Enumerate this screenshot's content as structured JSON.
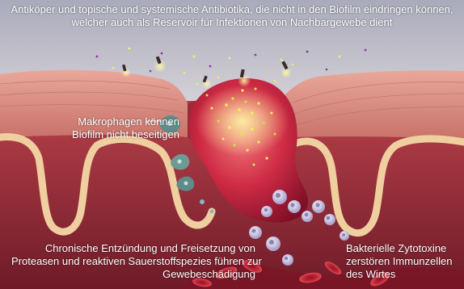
{
  "captions": {
    "top": {
      "line1": "Antiköper und topische und systemische Antibiotika, die nicht in den Biofilm eindringen können,",
      "line2": "welcher auch als Reservoir für Infektionen von Nachbargewebe dient"
    },
    "macrophage": {
      "line1": "Makrophagen können",
      "line2": "Biofilm nicht beseitigen"
    },
    "inflammation": {
      "line1": "Chronische Entzündung und Freisetzung von",
      "line2": "Proteasen und reaktiven Sauerstoffspezies führen zur",
      "line3": "Gewebeschädigung"
    },
    "cytotoxin": {
      "line1": "Bakterielle Zytotoxine",
      "line2": "zerstören Immunzellen",
      "line3": "des Wirtes"
    }
  },
  "colors": {
    "sky": "#b7b9c7",
    "epidermis": "#d98d82",
    "dermis": "#9e2c39",
    "basement": "#e9c59b",
    "biofilm": "#c41f3c",
    "bacteria": "#e6e44a",
    "cell": "#d7d2ea"
  }
}
